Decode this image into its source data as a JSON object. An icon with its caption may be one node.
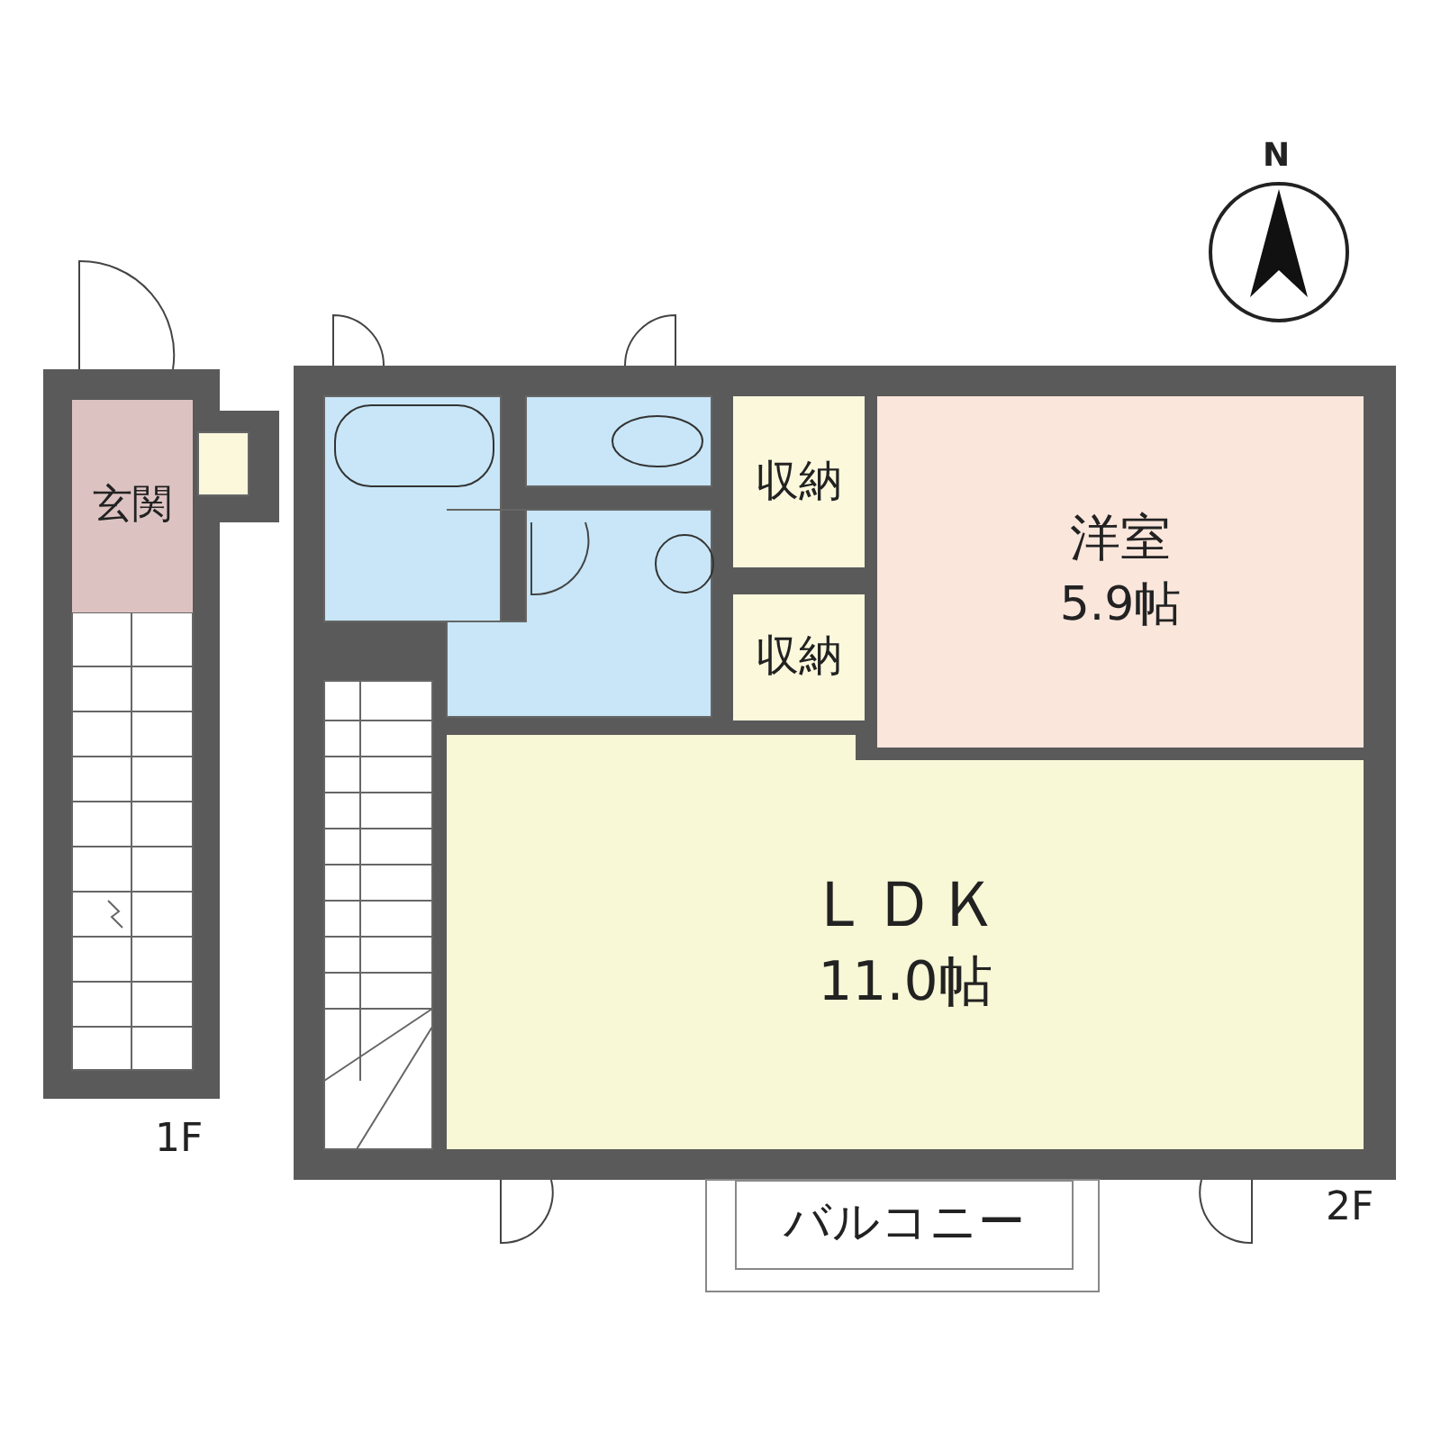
{
  "diagram": {
    "nodes": [
      {
        "text": [
          "玄関"
        ]
      },
      {
        "text": [
          "収納"
        ]
      },
      {
        "text": [
          "収納"
        ]
      },
      {
        "text": [
          "洋室",
          "5.9帖"
        ]
      },
      {
        "text": [
          "ＬＤＫ",
          "11.0帖"
        ]
      },
      {
        "text": [
          "バルコニー"
        ]
      }
    ],
    "edges": [],
    "labels": [
      "N",
      "1F",
      "2F"
    ]
  }
}
